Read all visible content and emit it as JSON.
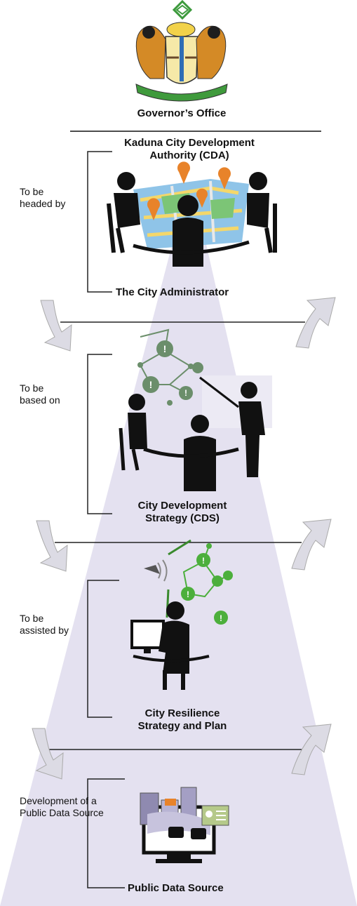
{
  "top": {
    "label": "Governor’s Office"
  },
  "stages": [
    {
      "title_line1": "Kaduna City Development",
      "title_line2": "Authority (CDA)",
      "side_line1": "To be",
      "side_line2": "headed by",
      "bottom_label": "The City Administrator"
    },
    {
      "side_line1": "To be",
      "side_line2": "based on",
      "bottom_line1": "City Development",
      "bottom_line2": "Strategy (CDS)"
    },
    {
      "side_line1": "To be",
      "side_line2": "assisted by",
      "bottom_line1": "City Resilience",
      "bottom_line2": "Strategy and Plan"
    },
    {
      "side_line1": "Development of a",
      "side_line2": "Public Data Source",
      "bottom_label": "Public Data Source"
    }
  ],
  "colors": {
    "beam": "#e4e1f0",
    "arrow": "#dcdbe4",
    "green": "#4caf3c",
    "darkgreen": "#6b8e6b",
    "orange": "#e8832a"
  }
}
